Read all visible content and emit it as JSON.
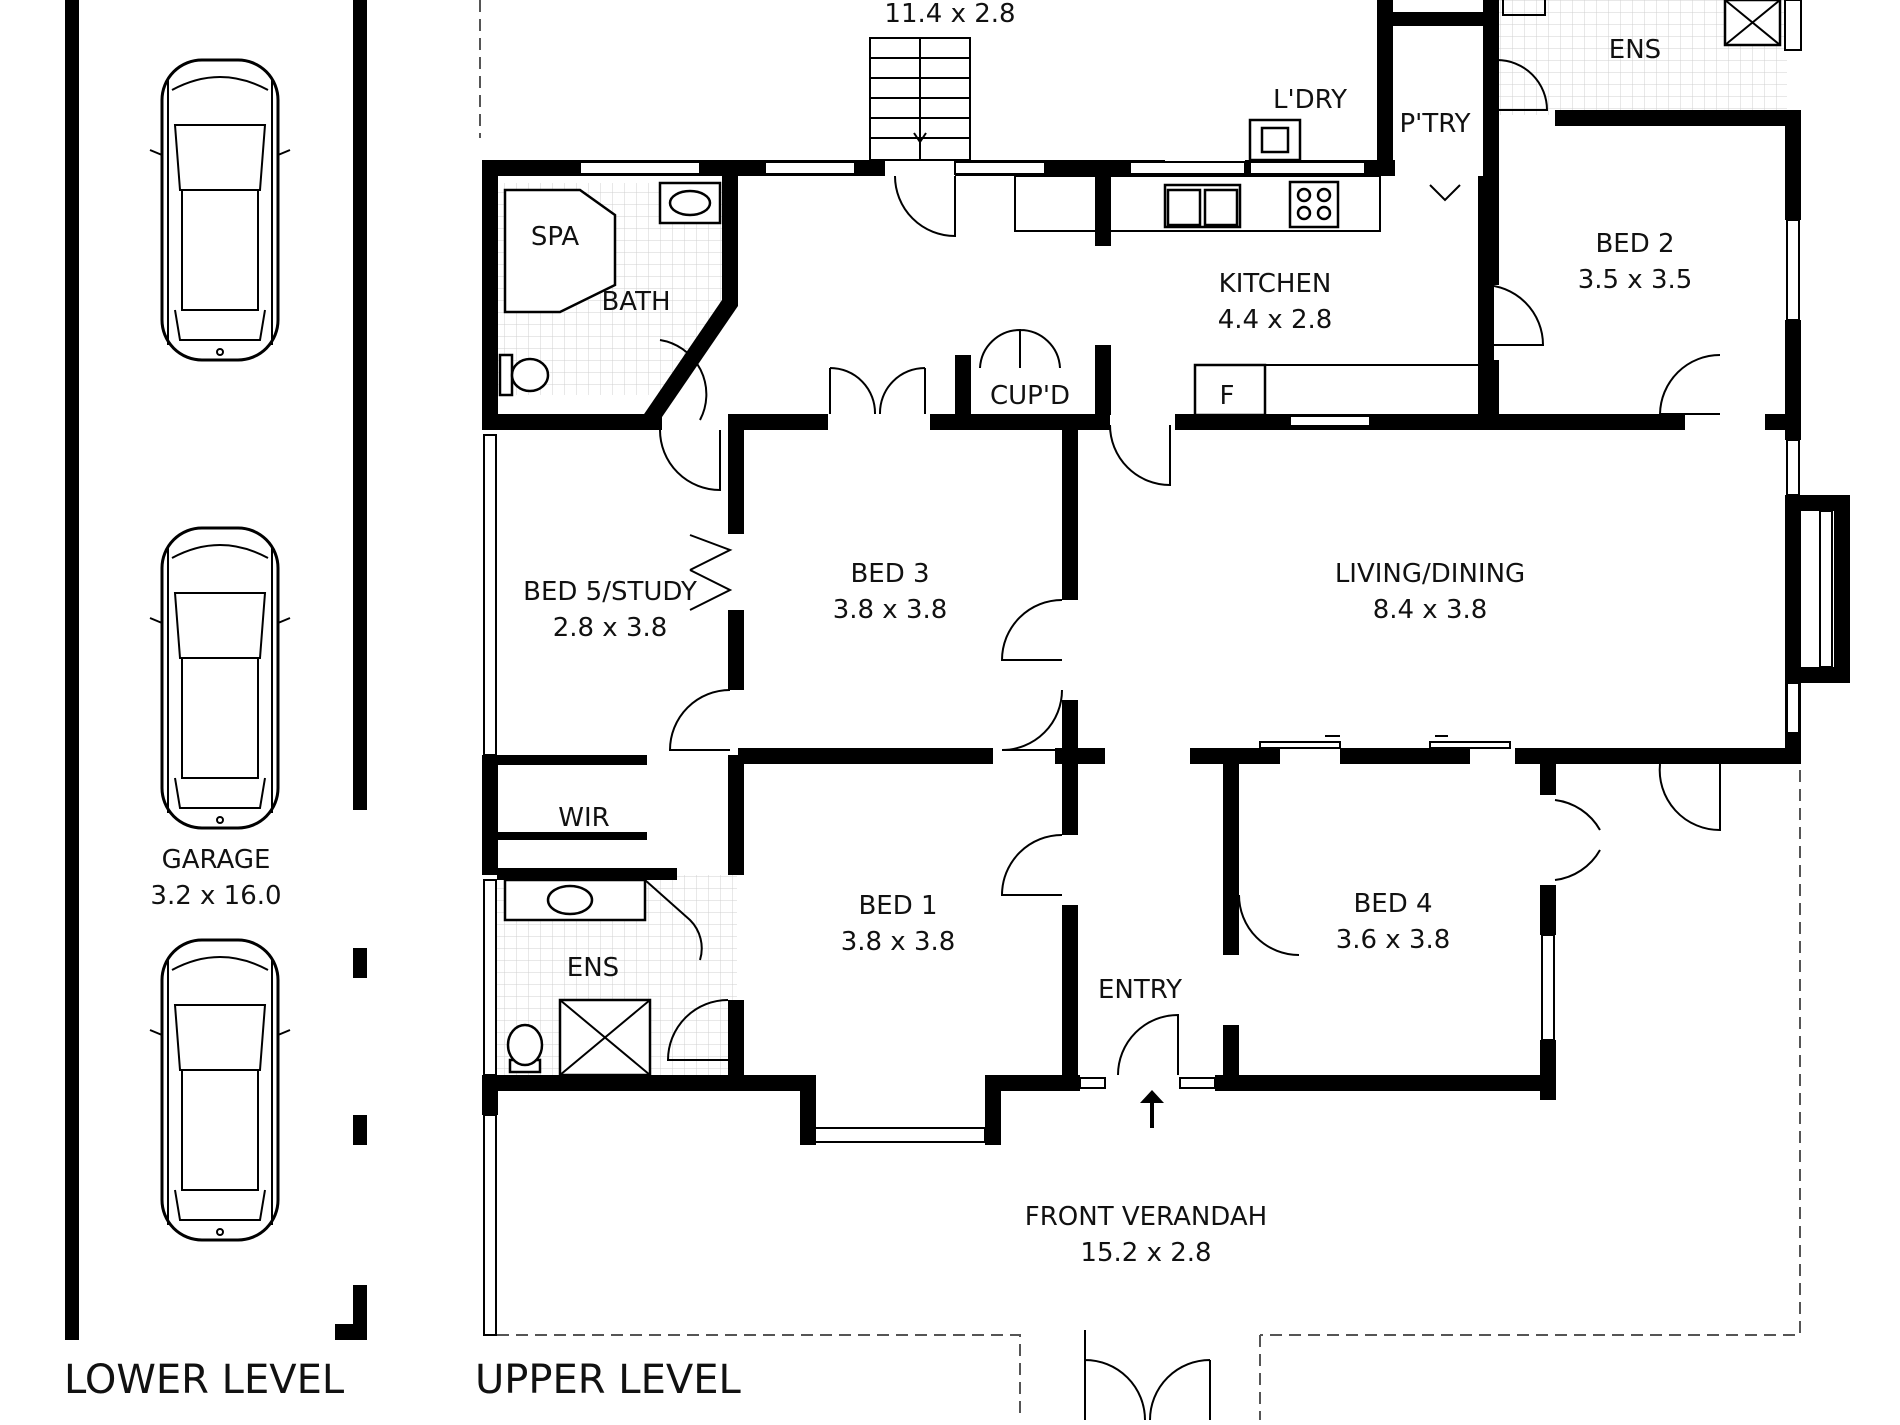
{
  "levels": {
    "lower": "LOWER LEVEL",
    "upper": "UPPER LEVEL"
  },
  "rooms": {
    "top_deck": {
      "name": "",
      "size": "11.4 x 2.8"
    },
    "ensuite_2": {
      "name": "ENS"
    },
    "laundry": {
      "name": "L'DRY"
    },
    "pantry": {
      "name": "P'TRY"
    },
    "spa": {
      "name": "SPA"
    },
    "bath": {
      "name": "BATH"
    },
    "kitchen": {
      "name": "KITCHEN",
      "size": "4.4 x 2.8"
    },
    "bed2": {
      "name": "BED 2",
      "size": "3.5 x 3.5"
    },
    "cupboard": {
      "name": "CUP'D"
    },
    "fridge": {
      "name": "F"
    },
    "bed5": {
      "name": "BED 5/STUDY",
      "size": "2.8 x 3.8"
    },
    "bed3": {
      "name": "BED 3",
      "size": "3.8 x 3.8"
    },
    "living": {
      "name": "LIVING/DINING",
      "size": "8.4 x 3.8"
    },
    "wir": {
      "name": "WIR"
    },
    "ensuite_1": {
      "name": "ENS"
    },
    "bed1": {
      "name": "BED 1",
      "size": "3.8 x 3.8"
    },
    "entry": {
      "name": "ENTRY"
    },
    "bed4": {
      "name": "BED 4",
      "size": "3.6 x 3.8"
    },
    "garage": {
      "name": "GARAGE",
      "size": "3.2 x 16.0"
    },
    "verandah": {
      "name": "FRONT VERANDAH",
      "size": "15.2 x 2.8"
    }
  },
  "colors": {
    "wall": "#000000",
    "background": "#ffffff",
    "tile_grid": "#d0d0d0"
  }
}
